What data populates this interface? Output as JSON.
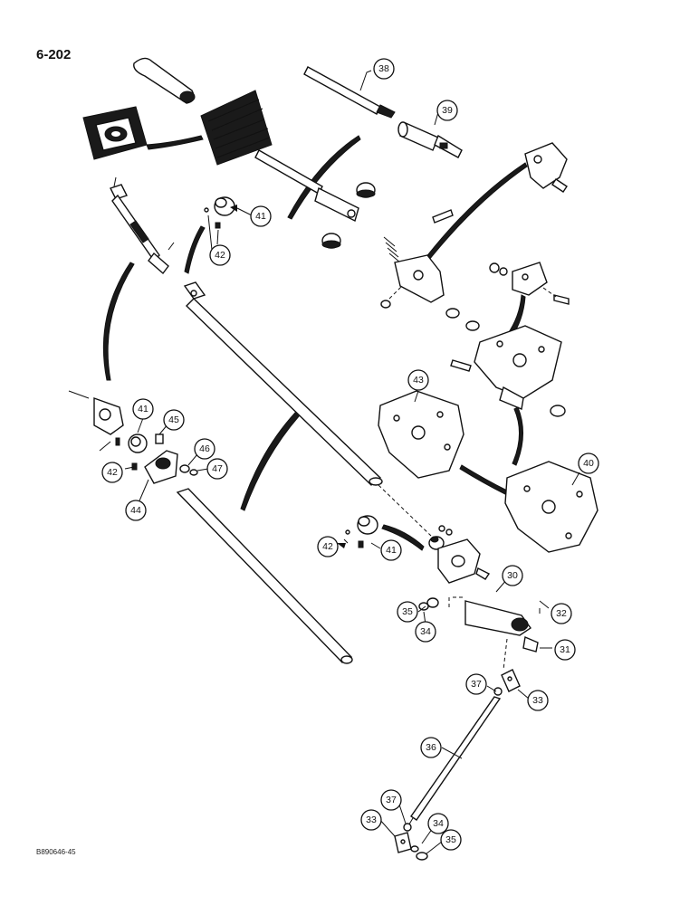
{
  "page_number": "6-202",
  "image_code": "B890646-45",
  "colors": {
    "ink": "#111111",
    "paper": "#ffffff"
  },
  "callouts": [
    "38",
    "39",
    "41",
    "42",
    "41",
    "45",
    "46",
    "47",
    "42",
    "44",
    "43",
    "40",
    "42",
    "41",
    "30",
    "32",
    "35",
    "34",
    "31",
    "37",
    "33",
    "36",
    "37",
    "33",
    "34",
    "35"
  ]
}
